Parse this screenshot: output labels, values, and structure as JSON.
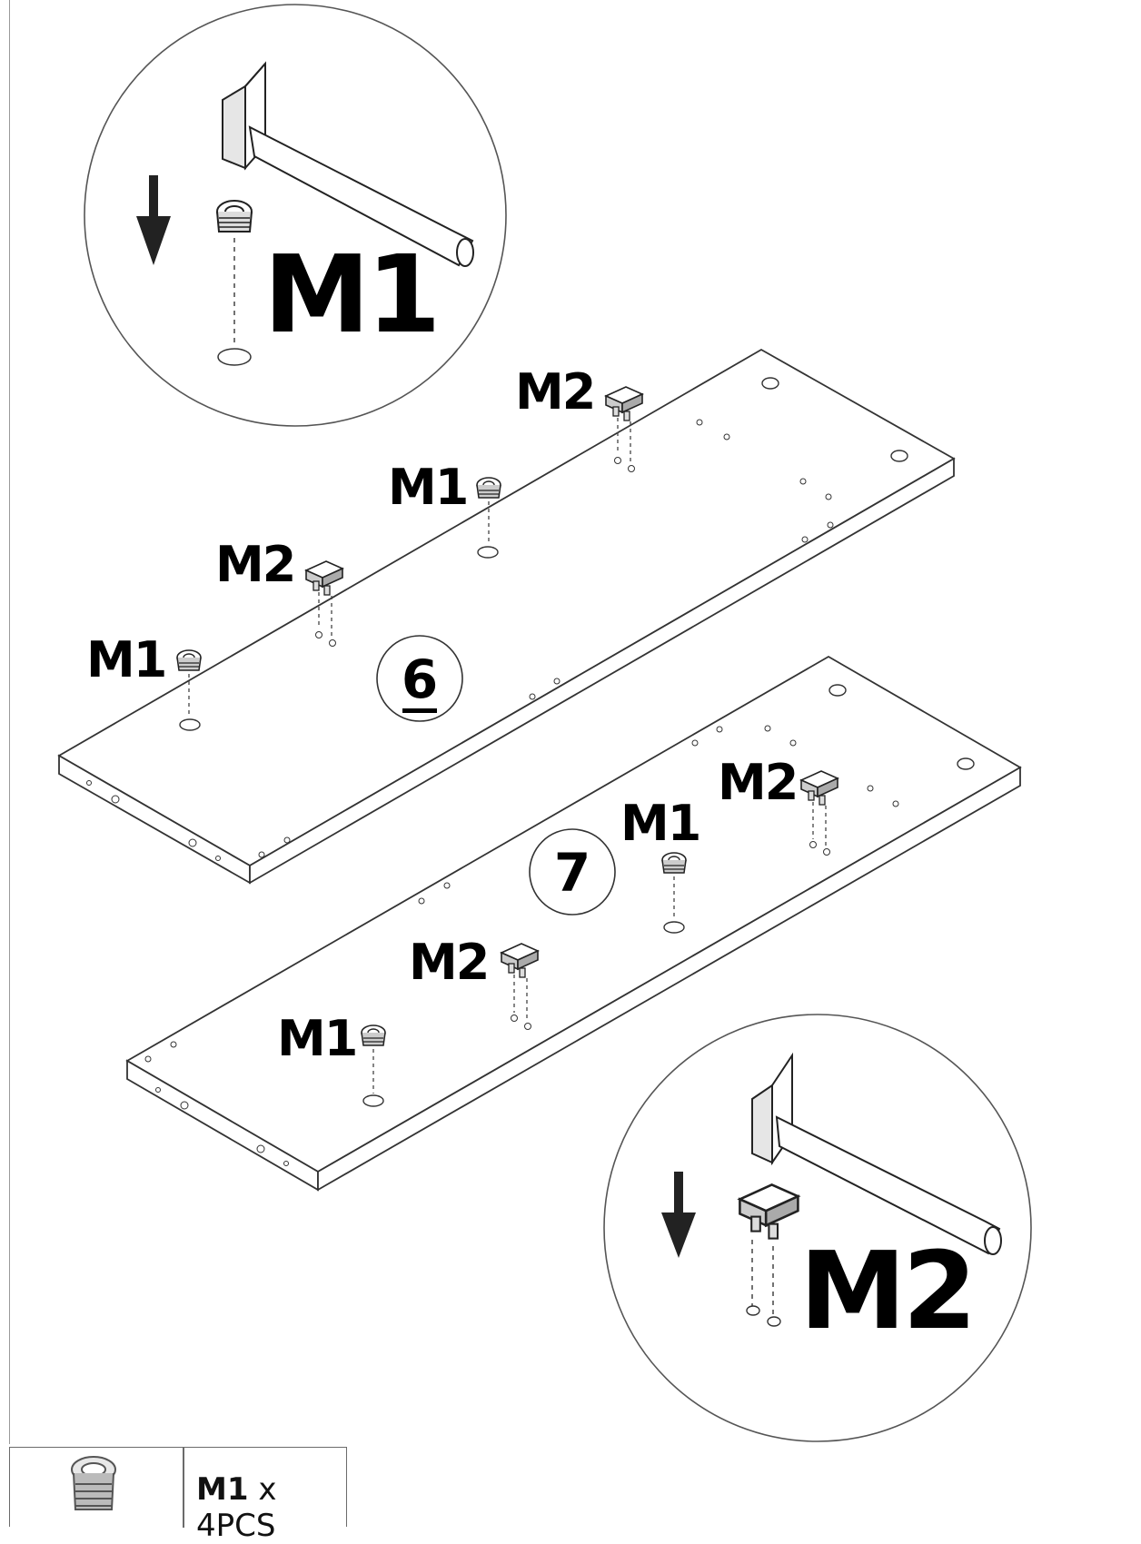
{
  "callouts": {
    "top_circle_label": "M1",
    "bottom_circle_label": "M2"
  },
  "panel_6": {
    "number": "6",
    "labels": [
      "M2",
      "M1",
      "M2",
      "M1"
    ]
  },
  "panel_7": {
    "number": "7",
    "labels": [
      "M2",
      "M1",
      "M2",
      "M1"
    ]
  },
  "parts_list": {
    "code": "M1",
    "quantity": "x 4PCS",
    "icon": "cam-lock-icon"
  }
}
